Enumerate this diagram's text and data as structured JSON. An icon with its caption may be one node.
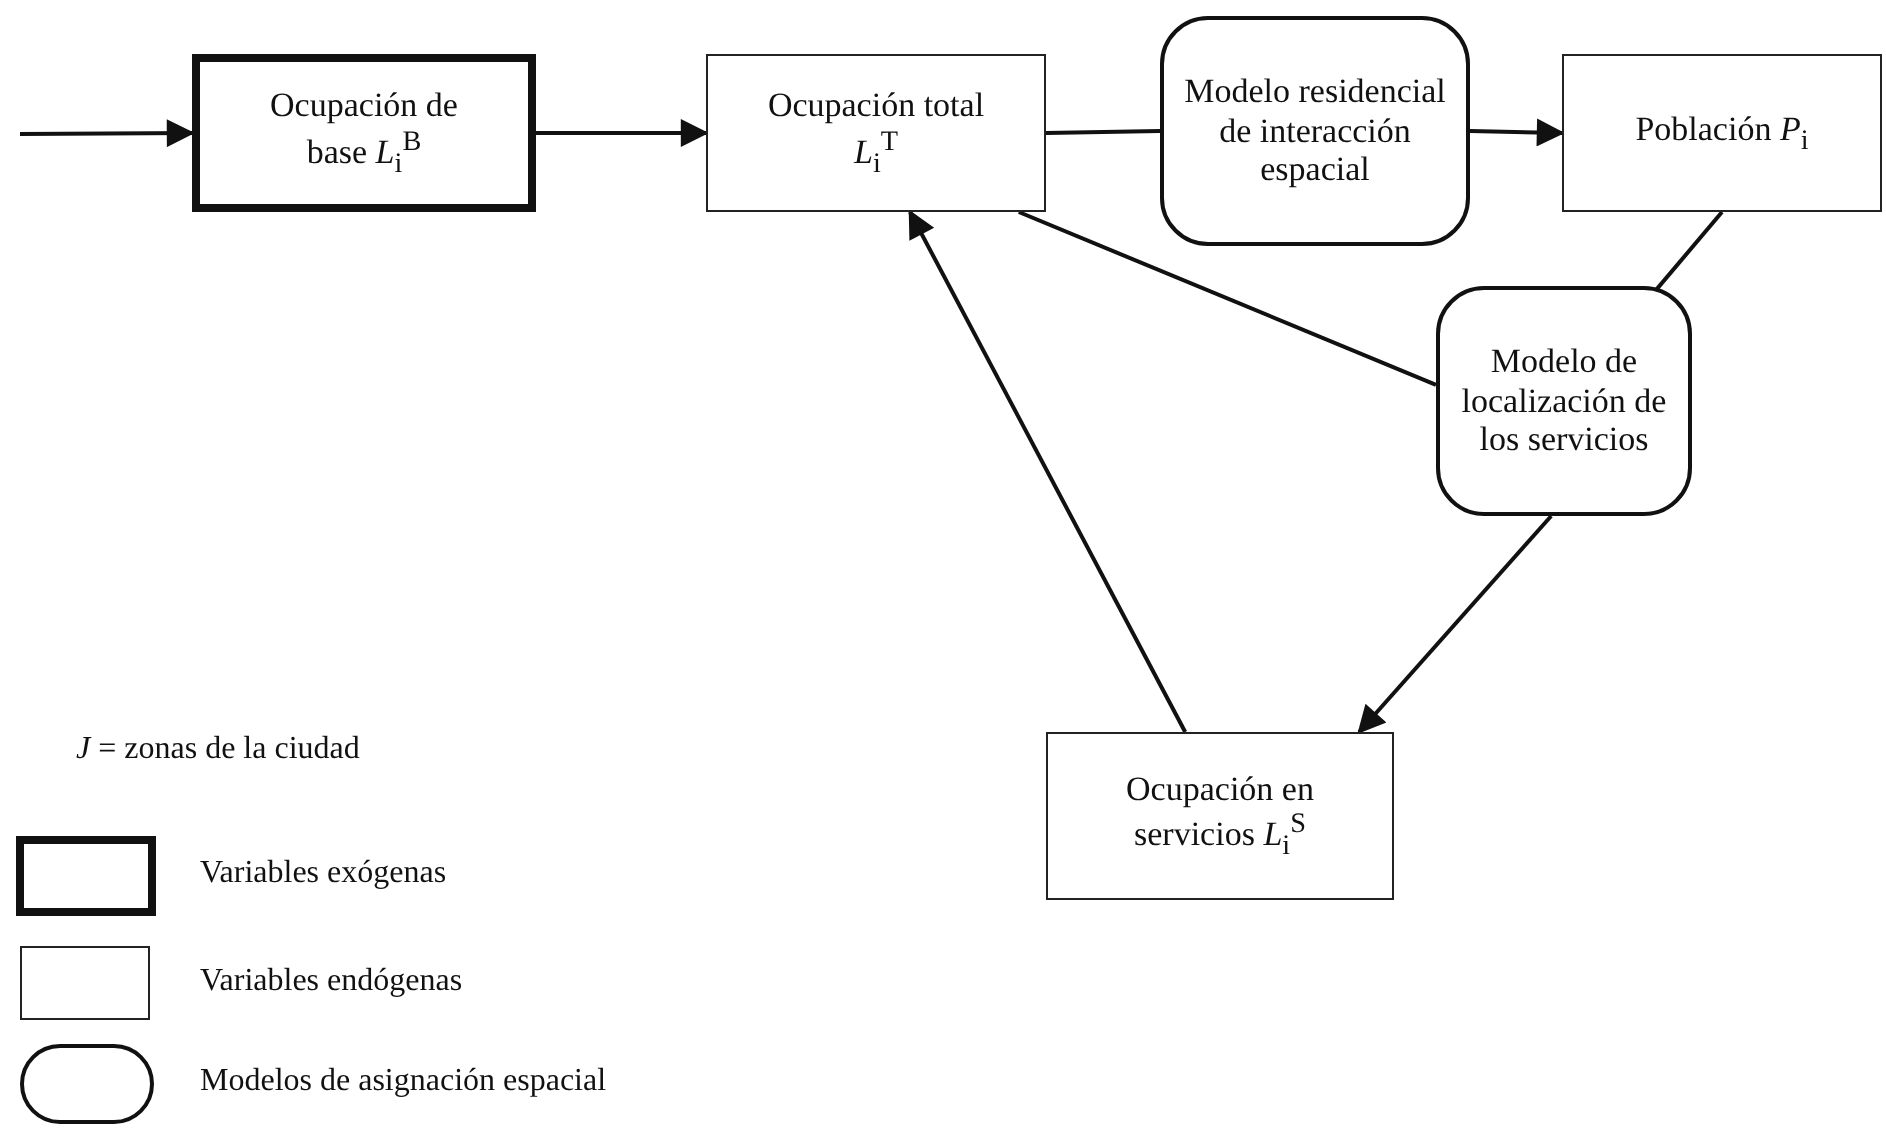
{
  "diagram": {
    "nodes": [
      {
        "text": [
          "Ocupación de base *L*$_{i}$$^{B}$"
        ]
      },
      {
        "text": [
          "Ocupación total *L*$_{i}$$^{T}$"
        ]
      },
      {
        "text": [
          "Modelo residencial de interacción espacial"
        ]
      },
      {
        "text": [
          "Población *P*$_{i}$"
        ]
      },
      {
        "text": [
          "Modelo de localización de los servicios"
        ]
      },
      {
        "text": [
          "Ocupación en servicios *L*$_{i}$$^{S}$"
        ]
      }
    ],
    "edges": [
      {
        "from": null,
        "to": 0,
        "arrow": "to"
      },
      {
        "from": 0,
        "to": 1,
        "arrow": "to"
      },
      {
        "from": 1,
        "to": 2,
        "arrow": "none"
      },
      {
        "from": 2,
        "to": 3,
        "arrow": "to"
      },
      {
        "from": 3,
        "to": 4,
        "arrow": "none"
      },
      {
        "from": 1,
        "to": 4,
        "arrow": "none"
      },
      {
        "from": 4,
        "to": 5,
        "arrow": "to"
      },
      {
        "from": 5,
        "to": 1,
        "arrow": "to"
      }
    ],
    "labels": [
      "*J* = zonas de la ciudad"
    ],
    "legend": [
      {
        "text": "Variables exógenas"
      },
      {
        "text": "Variables endógenas"
      },
      {
        "text": "Modelos de asignación espacial"
      }
    ]
  }
}
